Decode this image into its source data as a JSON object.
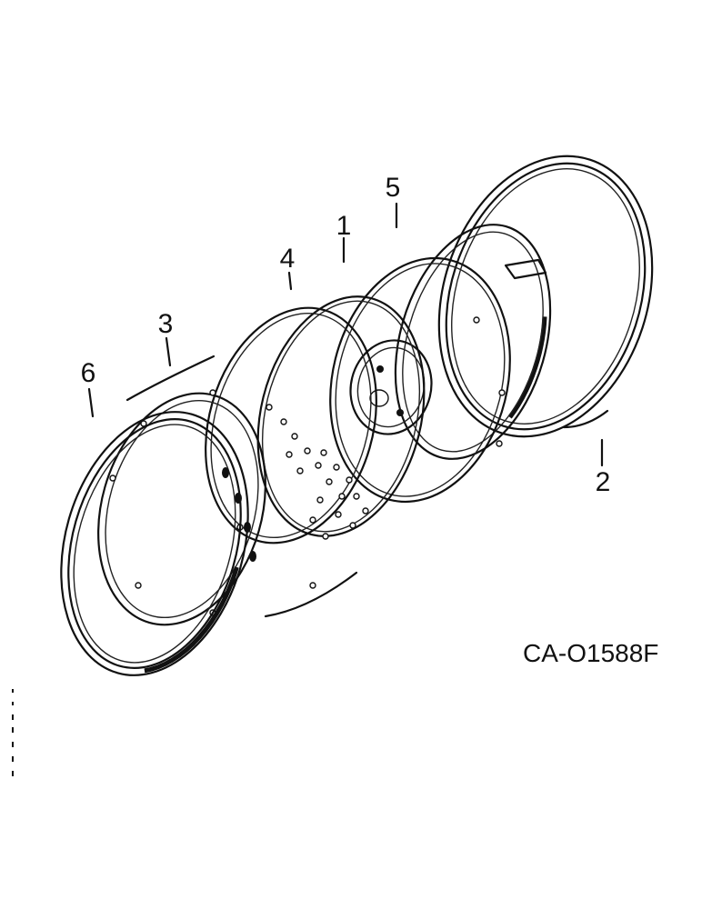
{
  "diagram": {
    "drawing_code": "CA-O1588F",
    "callouts": {
      "part1": "1",
      "part2": "2",
      "part3": "3",
      "part4": "4",
      "part5": "5",
      "part6": "6"
    }
  }
}
